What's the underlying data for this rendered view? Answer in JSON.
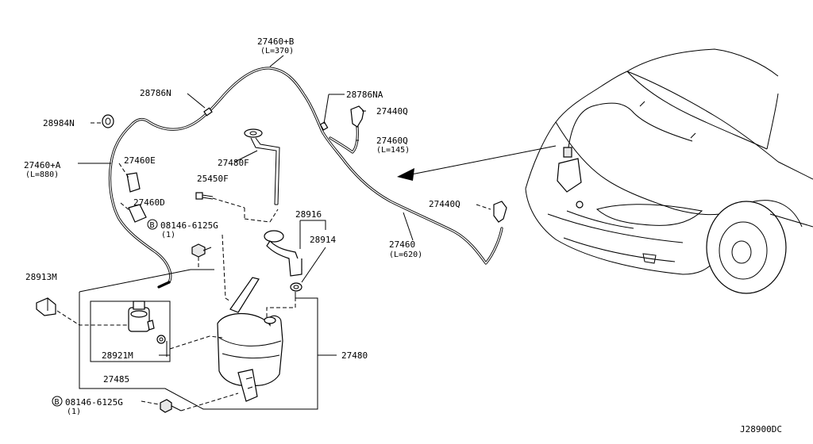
{
  "labels": {
    "hose_b": "27460+B",
    "hose_b_len": "(L=370)",
    "clip_n": "28786N",
    "clip_na": "28786NA",
    "grommet": "28984N",
    "hose_a": "27460+A",
    "hose_a_len": "(L=880)",
    "clip_e": "27460E",
    "clip_d": "27460D",
    "bolt_top": "08146-6125G",
    "bolt_top_qty": "(1)",
    "bolt_bottom": "08146-6125G",
    "bolt_bottom_qty": "(1)",
    "filler_tube": "27480F",
    "screw_f": "25450F",
    "nozzle_right_top": "27440Q",
    "hose_q": "27460Q",
    "hose_q_len": "(L=145)",
    "nozzle_right_bottom": "27440Q",
    "hose_main": "27460",
    "hose_main_len": "(L=620)",
    "filler_neck": "28916",
    "seal": "28914",
    "cap": "28913M",
    "motor": "28921M",
    "pump_assy": "27485",
    "tank_assy": "27480",
    "bolt_marker": "B",
    "diagram_code": "J28900DC"
  },
  "colors": {
    "line": "#000000",
    "background": "#ffffff",
    "fill": "#e8e8e8"
  },
  "icons": [
    "bolt-circle-icon",
    "washer-tank-drawing",
    "car-front-drawing",
    "direction-arrow-icon"
  ]
}
